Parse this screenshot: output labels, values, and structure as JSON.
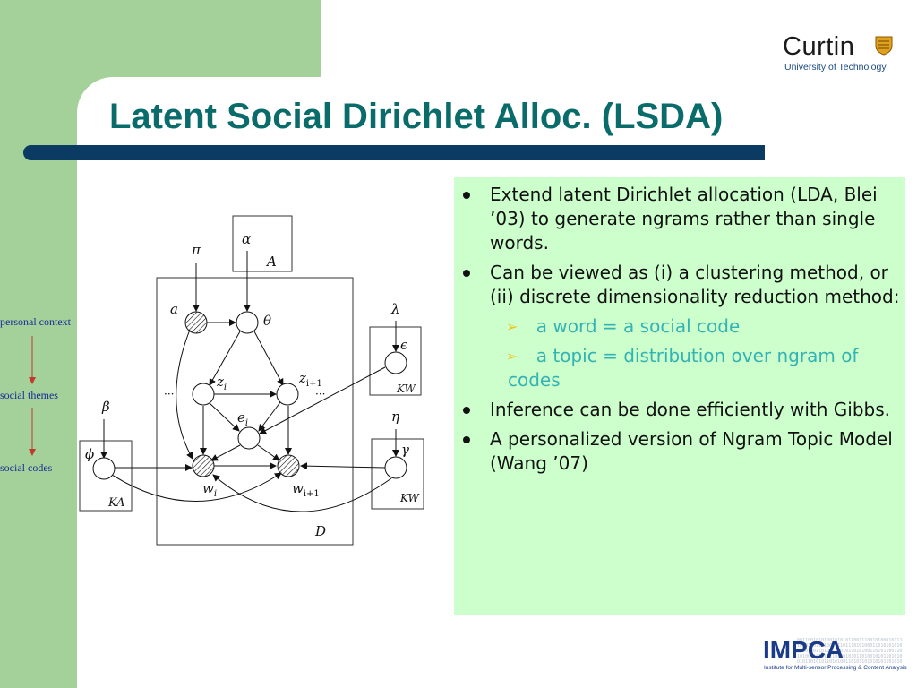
{
  "slide": {
    "title": "Latent Social Dirichlet Alloc. (LSDA)",
    "accent_colors": {
      "band": "#a3d199",
      "title": "#0a6b6b",
      "bar": "#0b3a63",
      "textbox": "#ccffcc",
      "sub_bullet": "#33b3b3"
    }
  },
  "logo_curtin": {
    "name": "Curtin",
    "subtitle": "University of Technology"
  },
  "logo_impca": {
    "name": "IMPCA",
    "subtitle": "Institute for Multi-sensor Processing & Content Analysis",
    "binary": "0011001010100101010110011100101000101110010\n1000110110100101101110101000110101010101101\n0110100110101110010110101001101011001101010\n1010011010101101001010110100101011010101101\n0101101010110101001101011010101011010101010"
  },
  "bullets": [
    {
      "text": "Extend latent Dirichlet allocation (LDA, Blei ’03) to generate ngrams rather than single words."
    },
    {
      "text": "Can be viewed as (i) a clustering method, or (ii) discrete dimensionality reduction method:",
      "subs": [
        {
          "text": "a word = a social code"
        },
        {
          "text": "a topic = distribution over ngram of codes"
        }
      ]
    },
    {
      "text": "Inference can be done efficiently with Gibbs."
    },
    {
      "text": "A personalized version of Ngram Topic Model (Wang ’07)"
    }
  ],
  "diagram": {
    "side_labels": {
      "personal_context": "personal context",
      "social_themes": "social themes",
      "social_codes": "social codes"
    },
    "symbols": {
      "alpha": "α",
      "A": "A",
      "pi": "π",
      "a": "a",
      "theta": "θ",
      "lambda": "λ",
      "epsilon": "ϵ",
      "KW_top": "KW",
      "z_i": "z",
      "z_i_sub": "i",
      "z_i1": "z",
      "z_i1_sub": "i+1",
      "dots": "···",
      "e_i": "e",
      "e_i_sub": "i",
      "beta": "β",
      "eta": "η",
      "phi": "ϕ",
      "gamma": "γ",
      "w_i": "w",
      "w_i_sub": "i",
      "w_i1": "w",
      "w_i1_sub": "i+1",
      "KA": "KA",
      "KW_bottom": "KW",
      "D": "D"
    }
  }
}
